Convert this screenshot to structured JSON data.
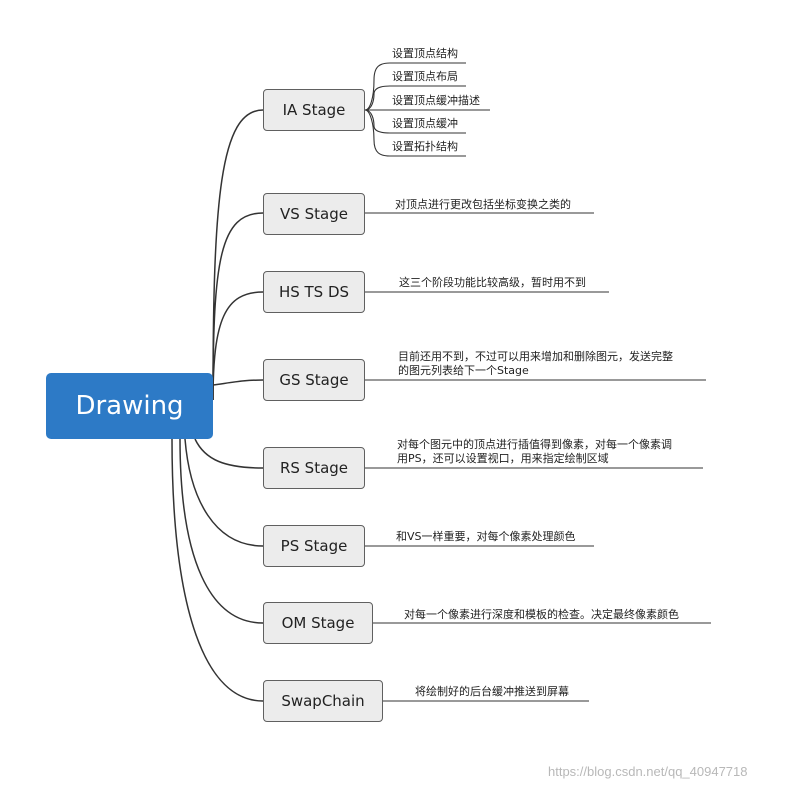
{
  "root": {
    "label": "Drawing"
  },
  "stages": [
    {
      "label": "IA Stage",
      "notes": [
        "设置顶点结构",
        "设置顶点布局",
        "设置顶点缓冲描述",
        "设置顶点缓冲",
        "设置拓扑结构"
      ]
    },
    {
      "label": "VS Stage",
      "notes": [
        "对顶点进行更改包括坐标变换之类的"
      ]
    },
    {
      "label": "HS TS DS",
      "notes": [
        "这三个阶段功能比较高级，暂时用不到"
      ]
    },
    {
      "label": "GS Stage",
      "notes": [
        "目前还用不到，不过可以用来增加和删除图元，发送完整",
        "的图元列表给下一个Stage"
      ]
    },
    {
      "label": "RS Stage",
      "notes": [
        "对每个图元中的顶点进行插值得到像素，对每一个像素调",
        "用PS，还可以设置视口，用来指定绘制区域"
      ]
    },
    {
      "label": "PS Stage",
      "notes": [
        "和VS一样重要，对每个像素处理颜色"
      ]
    },
    {
      "label": "OM Stage",
      "notes": [
        "对每一个像素进行深度和模板的检查。决定最终像素颜色"
      ]
    },
    {
      "label": "SwapChain",
      "notes": [
        "将绘制好的后台缓冲推送到屏幕"
      ]
    }
  ],
  "watermark": "https://blog.csdn.net/qq_40947718",
  "colors": {
    "root_fill": "#2d7ac6",
    "stage_fill": "#ececec",
    "line": "#333333"
  }
}
